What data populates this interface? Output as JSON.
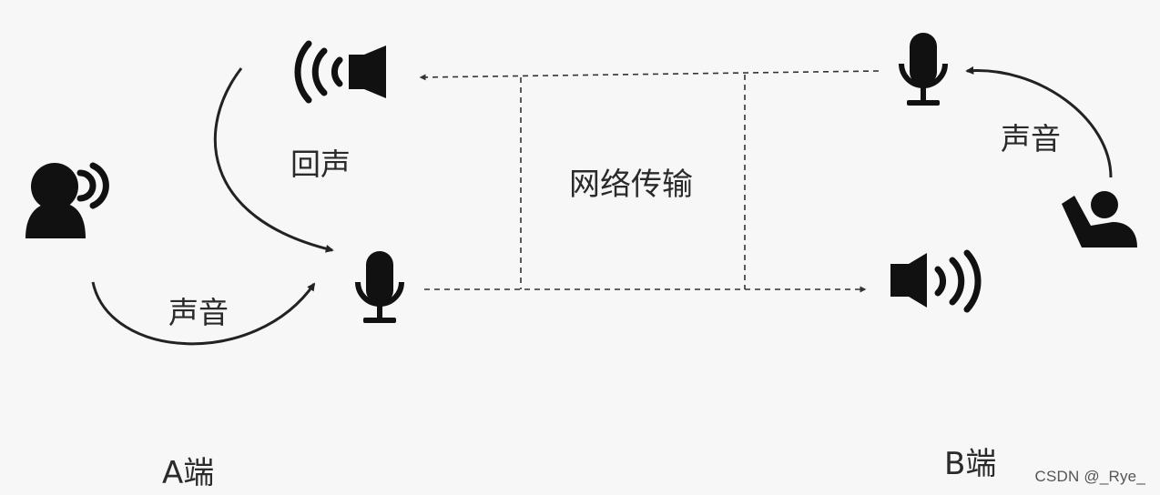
{
  "labels": {
    "echo": "回声",
    "sound_a": "声音",
    "sound_b": "声音",
    "network": "网络传输",
    "side_a": "A端",
    "side_b": "B端"
  },
  "watermark": "CSDN @_Rye_",
  "colors": {
    "background": "#f7f7f7",
    "ink": "#222222",
    "dashed": "#333333"
  },
  "icons": {
    "person_a": "person-speaking-icon",
    "speaker_a": "speaker-icon",
    "mic_a": "microphone-icon",
    "mic_b": "microphone-icon",
    "speaker_b": "speaker-icon",
    "person_b": "person-waving-icon"
  }
}
